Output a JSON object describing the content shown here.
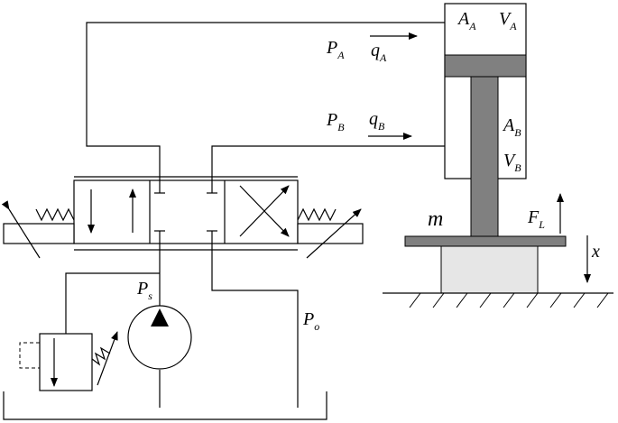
{
  "labels": {
    "pa": {
      "main": "P",
      "sub": "A"
    },
    "qa": {
      "main": "q",
      "sub": "A"
    },
    "pb": {
      "main": "P",
      "sub": "B"
    },
    "qb": {
      "main": "q",
      "sub": "B"
    },
    "aa": {
      "main": "A",
      "sub": "A"
    },
    "va": {
      "main": "V",
      "sub": "A"
    },
    "ab": {
      "main": "A",
      "sub": "B"
    },
    "vb": {
      "main": "V",
      "sub": "B"
    },
    "ps": {
      "main": "P",
      "sub": "s"
    },
    "po": {
      "main": "P",
      "sub": "o"
    },
    "fl": {
      "main": "F",
      "sub": "L"
    },
    "mass": "m",
    "disp": "x"
  },
  "colors": {
    "line": "#000000",
    "piston": "#808080",
    "mass_table": "#808080",
    "load_block": "#e6e6e6"
  }
}
